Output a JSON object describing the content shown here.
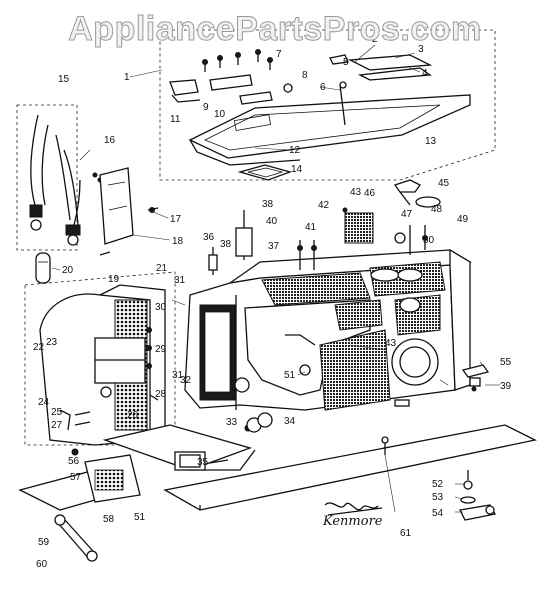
{
  "watermark": "AppliancePartsPros.com",
  "signature": "Kenmore",
  "callouts": [
    "1",
    "2",
    "3",
    "4",
    "5",
    "6",
    "7",
    "8",
    "9",
    "10",
    "11",
    "12",
    "13",
    "14",
    "15",
    "16",
    "17",
    "18",
    "19",
    "20",
    "21",
    "22",
    "23",
    "24",
    "25",
    "26",
    "27",
    "28",
    "29",
    "30",
    "31",
    "32",
    "33",
    "34",
    "35",
    "36",
    "37",
    "38",
    "39",
    "40",
    "41",
    "42",
    "43",
    "45",
    "46",
    "47",
    "48",
    "49",
    "50",
    "51",
    "52",
    "53",
    "54",
    "55",
    "56",
    "57",
    "58",
    "59",
    "60",
    "61"
  ]
}
